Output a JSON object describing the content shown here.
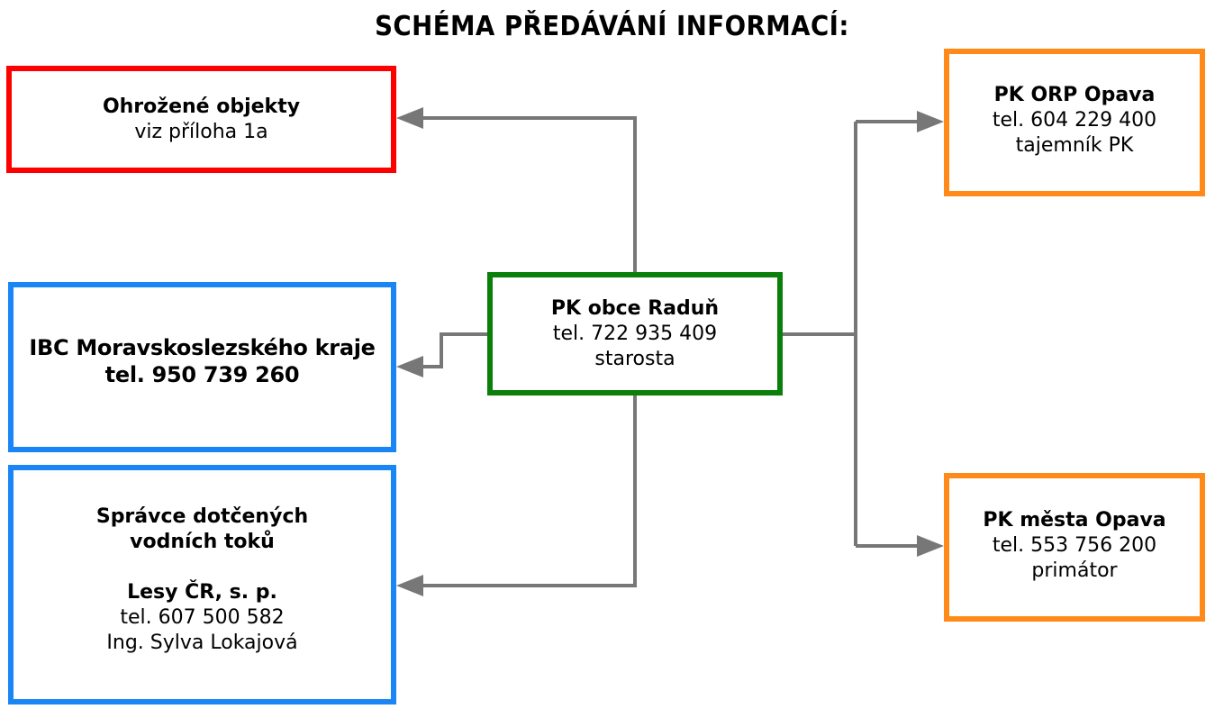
{
  "title": "SCHÉMA PŘEDÁVÁNÍ INFORMACÍ:",
  "colors": {
    "red": "#ff0000",
    "blue": "#1a86f5",
    "green": "#0a7f0a",
    "orange": "#ff8a1a",
    "connector": "#777777"
  },
  "nodes": {
    "ohrozene": {
      "name": "Ohrožené objekty",
      "detail": "viz příloha 1a"
    },
    "ibc": {
      "name": "IBC Moravskoslezského kraje",
      "phone": "tel. 950 739 260"
    },
    "spravce": {
      "name_line1": "Správce dotčených",
      "name_line2": "vodních toků",
      "org": "Lesy ČR, s. p.",
      "phone": "tel. 607 500 582",
      "person": "Ing. Sylva Lokajová"
    },
    "center": {
      "name": "PK obce Raduň",
      "phone": "tel. 722 935 409",
      "role": "starosta"
    },
    "orp": {
      "name": "PK ORP Opava",
      "phone": "tel. 604 229 400",
      "role": "tajemník PK"
    },
    "mesta": {
      "name": "PK města Opava",
      "phone": "tel. 553 756 200",
      "role": "primátor"
    }
  }
}
